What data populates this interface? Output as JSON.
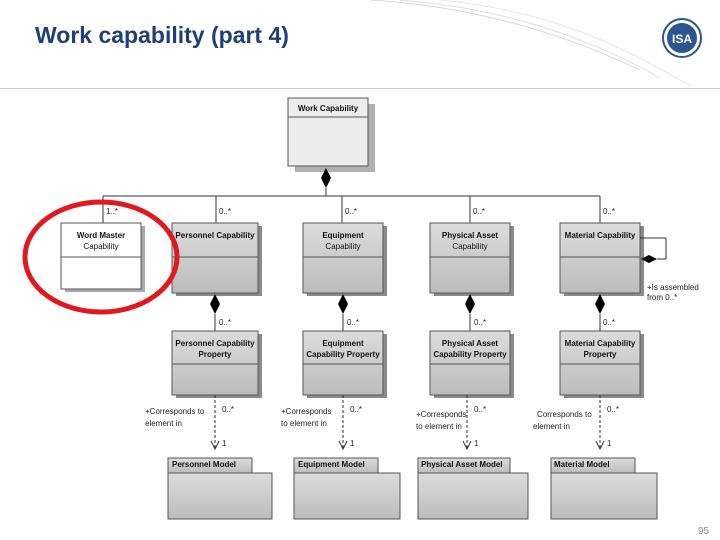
{
  "slide": {
    "title": "Work capability (part 4)",
    "page_number": "95",
    "logo_text": "ISA"
  },
  "diagram": {
    "root": {
      "label": "Work Capability"
    },
    "capabilities": [
      {
        "line1": "Word Master",
        "line2": "Capability",
        "multiplicity": "1..*"
      },
      {
        "line1": "Personnel Capability",
        "line2": "",
        "multiplicity": "0..*"
      },
      {
        "line1": "Equipment",
        "line2": "Capability",
        "multiplicity": "0..*"
      },
      {
        "line1": "Physical Asset",
        "line2": "Capability",
        "multiplicity": "0..*"
      },
      {
        "line1": "Material Capability",
        "line2": "",
        "multiplicity": "0..*"
      }
    ],
    "properties": [
      {
        "line1": "Personnel Capability",
        "line2": "Property",
        "multiplicity": "0..*",
        "assoc1": "+Corresponds to",
        "assoc2": "element in",
        "assoc_mult": "0..*",
        "target_mult": "1"
      },
      {
        "line1": "Equipment",
        "line2": "Capability Property",
        "multiplicity": "0..*",
        "assoc1": "+Corresponds",
        "assoc2": "to element in",
        "assoc_mult": "0..*",
        "target_mult": "1"
      },
      {
        "line1": "Physical Asset",
        "line2": "Capability Property",
        "multiplicity": "0..*",
        "assoc1": "+Corresponds",
        "assoc2": "to element in",
        "assoc_mult": "0..*",
        "target_mult": "1"
      },
      {
        "line1": "Material Capability",
        "line2": "Property",
        "multiplicity": "0..*",
        "assoc1": "Corresponds to",
        "assoc2": "element in",
        "assoc_mult": "0..*",
        "target_mult": "1"
      }
    ],
    "models": [
      {
        "label": "Personnel Model"
      },
      {
        "label": "Equipment Model"
      },
      {
        "label": "Physical Asset Model"
      },
      {
        "label": "Material Model"
      }
    ],
    "self_association": {
      "line1": "+Is assembled",
      "line2": "from 0..*"
    }
  },
  "colors": {
    "title": "#1f3f7a",
    "highlight_circle": "#e0191f",
    "box_fill": "#c6c6c6",
    "root_fill": "#e8e8e8"
  }
}
